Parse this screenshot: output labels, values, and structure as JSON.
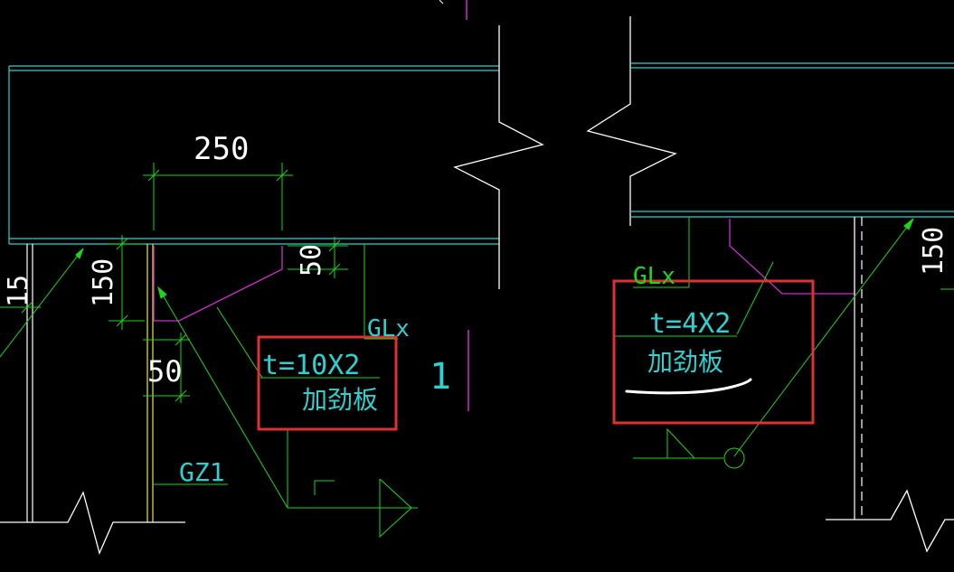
{
  "colors": {
    "background": "#000000",
    "white": "#ffffff",
    "cyan": "#2fd0d0",
    "green": "#19d919",
    "magenta": "#d12bd1",
    "yellow": "#e8e840",
    "red": "#e03030"
  },
  "dimensions": {
    "width_250": "250",
    "dim_50_top": "50",
    "dim_150_left": "150",
    "dim_15": "15",
    "dim_50_left": "50",
    "dim_150_right": "150"
  },
  "labels": {
    "glx_left": "GLx",
    "glx_right": "GLx",
    "gz1": "GZ1",
    "section_mark": "1"
  },
  "notes": {
    "left_thickness": "t=10X2",
    "left_stiffener": "加劲板",
    "right_thickness": "t=4X2",
    "right_stiffener": "加劲板"
  }
}
